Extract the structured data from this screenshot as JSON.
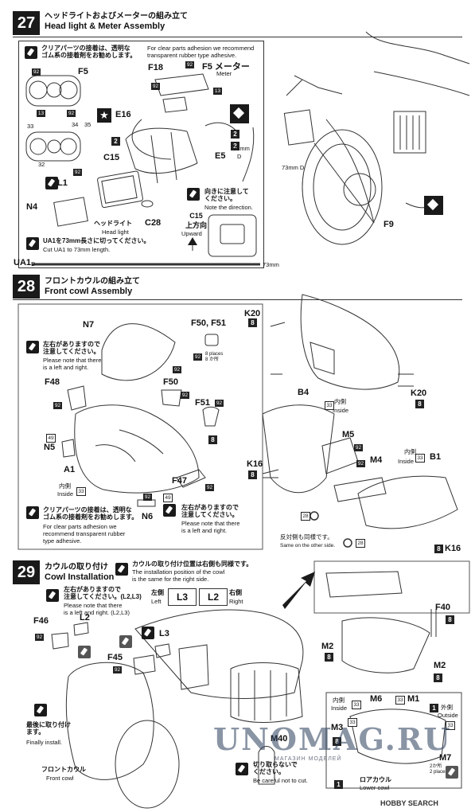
{
  "step27": {
    "num": "27",
    "title_ja": "ヘッドライトおよびメーターの組み立て",
    "title_en": "Head light & Meter Assembly",
    "note_ja": "クリアパーツの接着は、透明な\nゴム系の接着剤をお勧めします。",
    "note_en": "For clear parts adhesion we recommend\ntransparent rubber type adhesive.",
    "labels": {
      "f5": "F5",
      "f5_meter_ja": "F5 メーター",
      "meter": "Meter",
      "f18": "F18",
      "e16": "E16",
      "c15": "C15",
      "e5": "E5",
      "l1": "L1",
      "n4": "N4",
      "headlight_ja": "ヘッドライト",
      "headlight_en": "Head light",
      "c28": "C28",
      "f9": "F9",
      "mm73": "73mm",
      "d": "D",
      "mm73_d": "73mm D",
      "ua1": "UA1",
      "ua1_d": "D",
      "mm73_end": "73mm"
    },
    "dir_note_ja": "向きに注意して\nください。",
    "dir_note_en": "Note the direction.",
    "c15_up_ja": "C15\n上方向",
    "c15_up_en": "Upward",
    "ua1_note_ja": "UA1を73mm長さに切ってください。",
    "ua1_note_en": "Cut UA1 to 73mm length.",
    "nums": [
      "92",
      "92",
      "13",
      "33",
      "34",
      "35",
      "32",
      "92",
      "92",
      "13",
      "2",
      "2",
      "2",
      "92"
    ]
  },
  "step28": {
    "num": "28",
    "title_ja": "フロントカウルの組み立て",
    "title_en": "Front cowl Assembly",
    "labels": {
      "n7": "N7",
      "f50f51": "F50, F51",
      "f48": "F48",
      "f50": "F50",
      "f51": "F51",
      "n5": "N5",
      "a1": "A1",
      "f47": "F47",
      "n6": "N6",
      "k20a": "K20",
      "k20b": "K20",
      "b4": "B4",
      "m5": "M5",
      "k16a": "K16",
      "m4": "M4",
      "b1": "B1",
      "k16b": "K16"
    },
    "lr_note_ja": "左右がありますので\n注意してください。",
    "lr_note_en": "Please note that there\nis a left and right.",
    "places_8": "8 places\n8 か所",
    "inside_ja": "内側",
    "inside_en": "Inside",
    "clear_note_ja": "クリアパーツの接着は、透明な\nゴム系の接着剤をお勧めします。",
    "clear_note_en": "For clear parts adhesion we\nrecommend transparent rubber\ntype adhesive.",
    "same_ja": "反対側も同様です。",
    "same_en": "Same on the other side.",
    "nums": [
      "92",
      "92",
      "92",
      "92",
      "92",
      "49",
      "33",
      "92",
      "49",
      "92",
      "8",
      "8",
      "8",
      "8",
      "8",
      "33",
      "92",
      "92",
      "33",
      "8",
      "28",
      "28"
    ]
  },
  "step29": {
    "num": "29",
    "title_ja": "カウルの取り付け",
    "title_en": "Cowl Installation",
    "side_note_ja": "カウルの取り付け位置は右側も同様です。",
    "side_note_en": "The installation position of the cowl\nis the same for the right side.",
    "lr_note_ja": "左右がありますので\n注意してください。(L2,L3)",
    "lr_note_en": "Please note that there\nis a left and right. (L2,L3)",
    "left_ja": "左側",
    "left_en": "Left",
    "left_part": "L3",
    "right_ja": "右側",
    "right_en": "Right",
    "right_part": "L2",
    "labels": {
      "f46": "F46",
      "l2": "L2",
      "l3": "L3",
      "f45": "F45",
      "f40": "F40",
      "m2a": "M2",
      "m2b": "M2",
      "m6": "M6",
      "m1": "M1",
      "m3": "M3",
      "m7": "M7",
      "m40": "M40"
    },
    "final_ja": "最後に取り付け\nます。",
    "final_en": "Finally install.",
    "front_cowl_ja": "フロントカウル",
    "front_cowl_en": "Front cowl",
    "lower_cowl_ja": "ロアカウル",
    "lower_cowl_en": "Lower cowl",
    "cut_note_ja": "切り取らないで\nください。",
    "cut_note_en": "Be careful not to cut.",
    "outside_ja": "外側",
    "outside_en": "Outside",
    "places_2": "2か所\n2 places",
    "count_1": "1"
  },
  "watermark": {
    "text": "UNOMAG.RU",
    "sub": "МАГАЗИН МОДЕЛЕЙ"
  },
  "brand": "HOBBY SEARCH",
  "colors": {
    "ink": "#1a1a1a",
    "watermark": "#3c4c66"
  }
}
